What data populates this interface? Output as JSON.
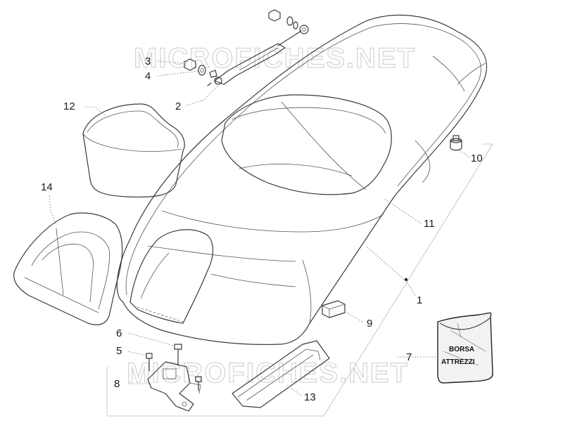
{
  "watermark": "MICROFICHES.NET",
  "bag_label": {
    "line1": "BORSA",
    "line2": "ATTREZZI"
  },
  "callouts": [
    "1",
    "2",
    "3",
    "4",
    "5",
    "6",
    "7",
    "8",
    "9",
    "10",
    "11",
    "12",
    "13",
    "14"
  ],
  "colors": {
    "line": "#3a3a3a",
    "watermark": "#d6d6d6",
    "bag": "#222222"
  }
}
